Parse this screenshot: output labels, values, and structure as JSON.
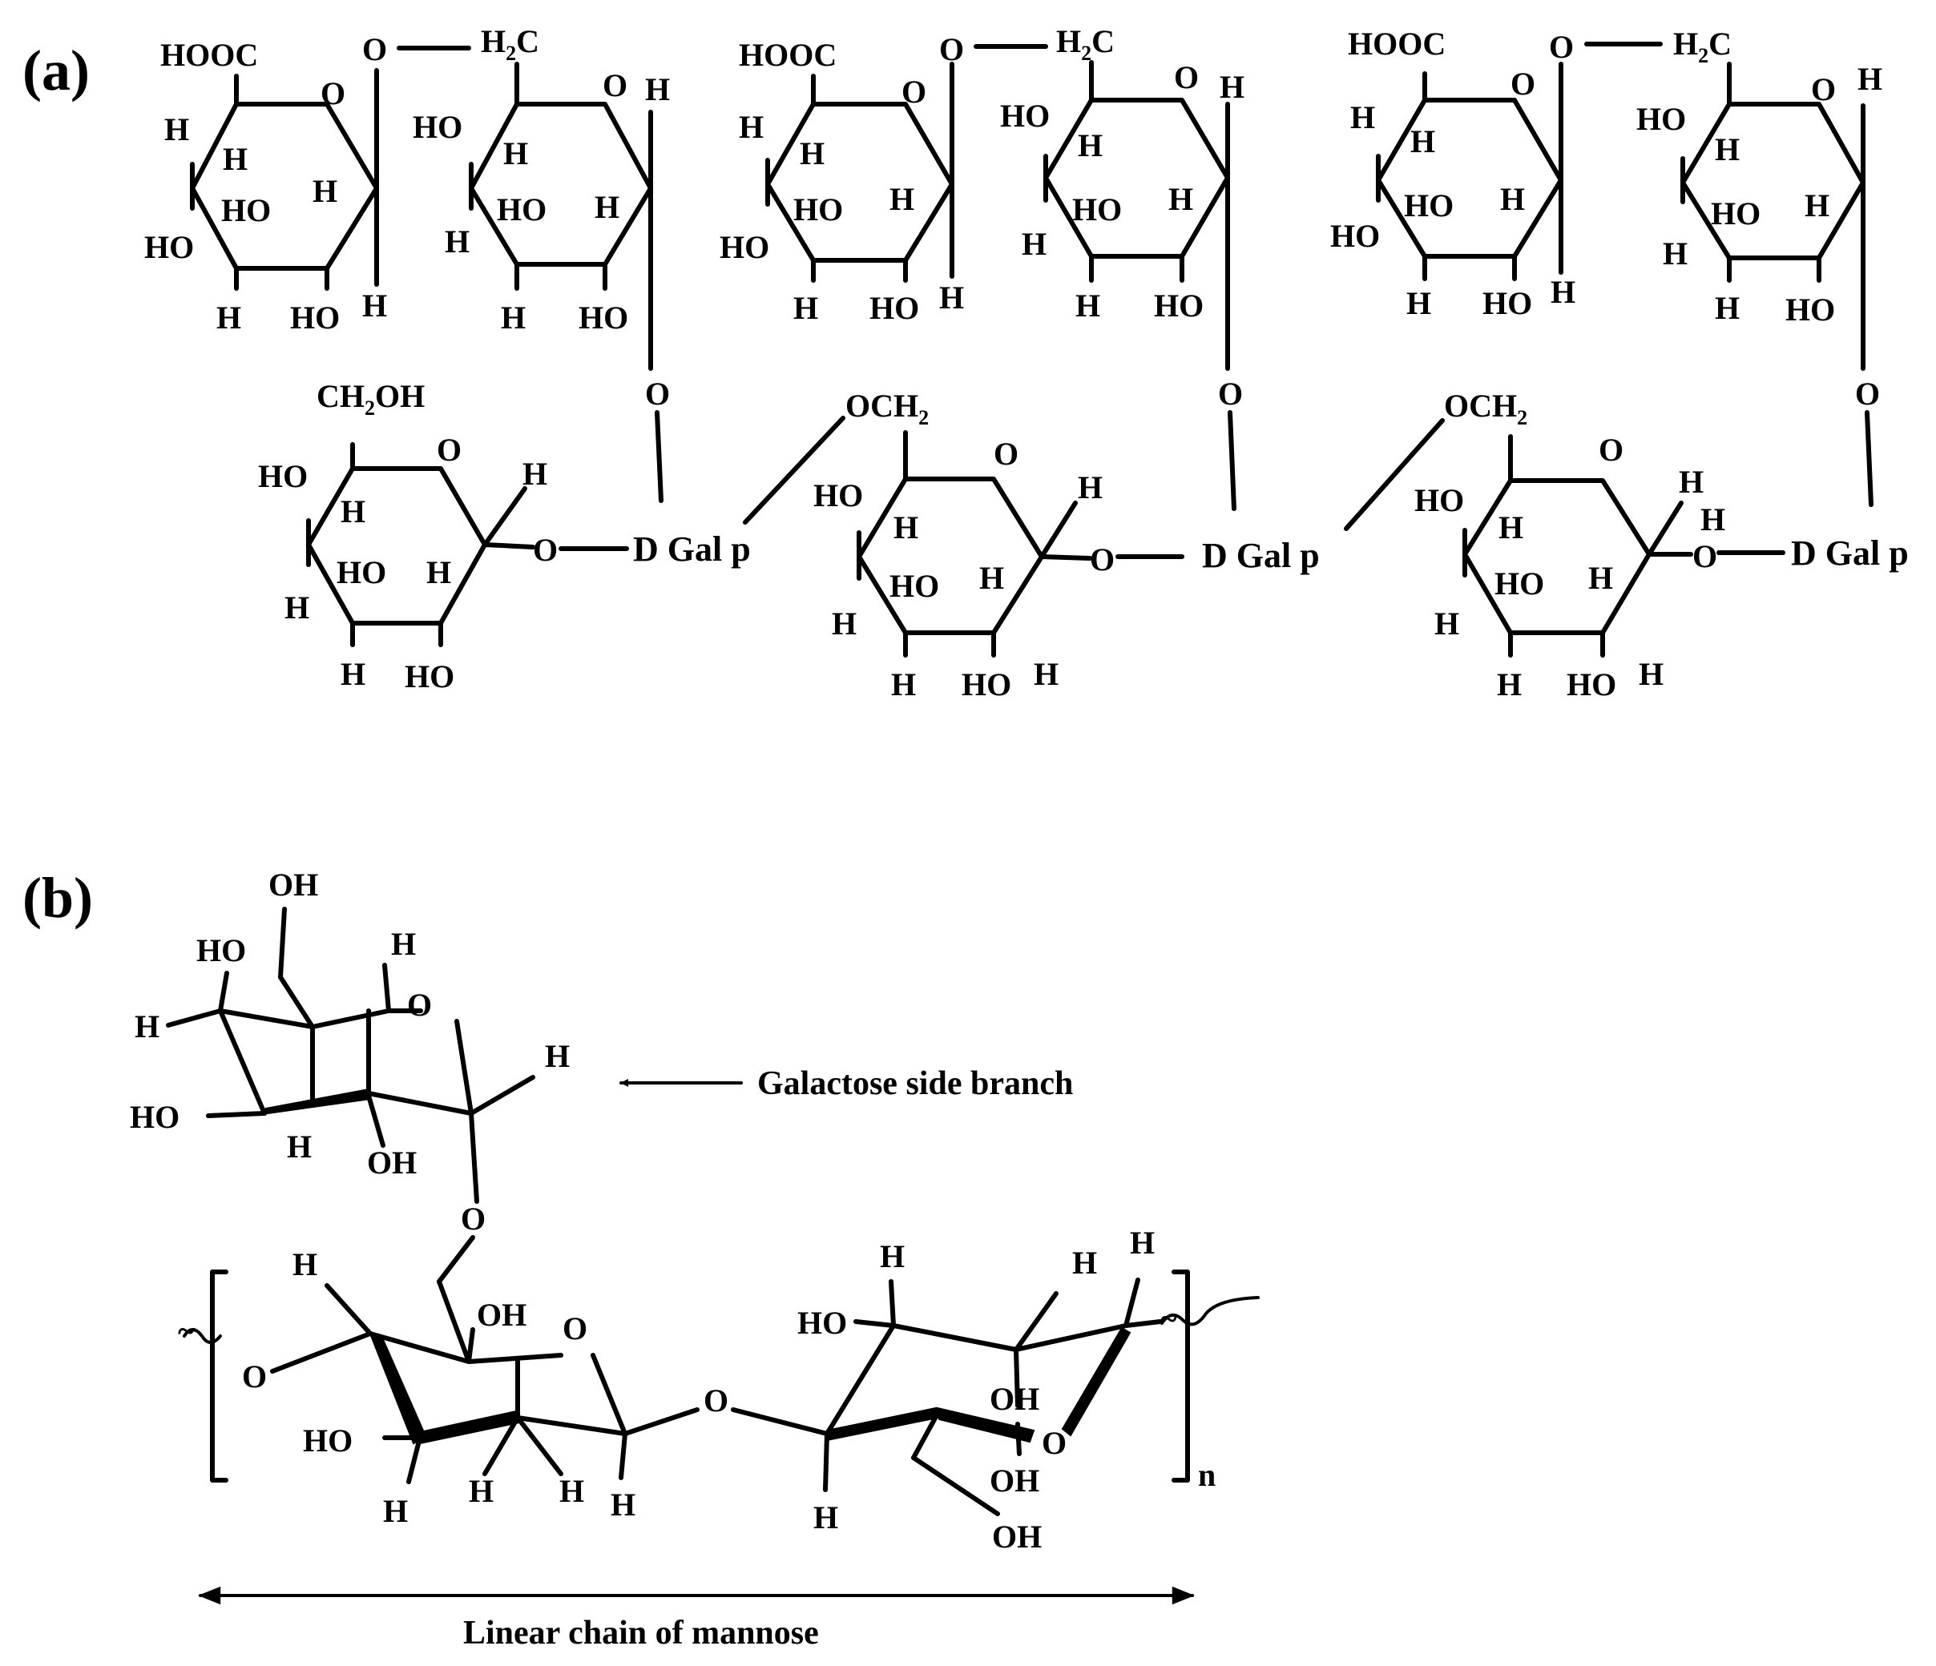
{
  "panels": [
    {
      "id": "a",
      "label": "(a)"
    },
    {
      "id": "b",
      "label": "(b)"
    }
  ],
  "atoms": {
    "H": "H",
    "HO": "HO",
    "OH": "OH",
    "O": "O",
    "COOH": "HOOC",
    "CH2_left": "H",
    "CH2_sub": "2",
    "CH2_C": "C",
    "CH2OH_pre": "CH",
    "CH2OH_sub": "2",
    "CH2OH_post": "OH",
    "OCH2_pre": "OCH",
    "OCH2_sub": "2",
    "n": "n",
    "tilde": "~"
  },
  "residues": {
    "galp": "D Gal p"
  },
  "annotations": {
    "side_branch": "Galactose side branch",
    "linear_chain": "Linear chain of mannose"
  }
}
